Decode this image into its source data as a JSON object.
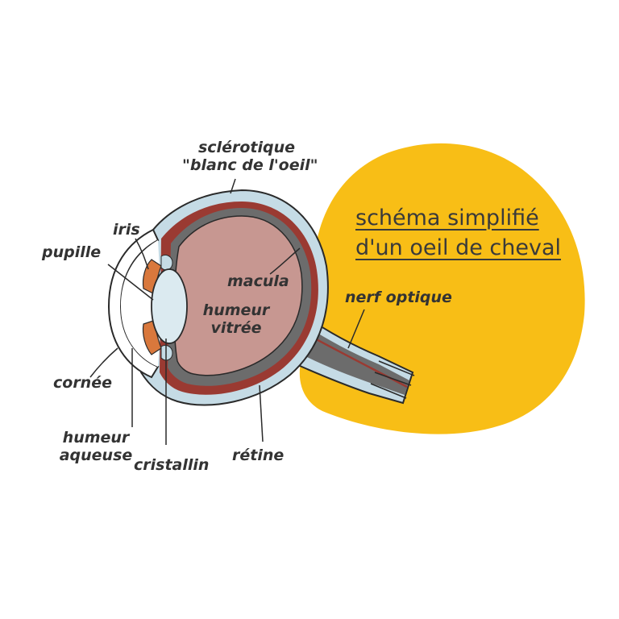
{
  "title": {
    "line1": "schéma simplifié",
    "line2": "d'un oeil de cheval"
  },
  "labels": {
    "sclerotique_1": "sclérotique",
    "sclerotique_2": "\"blanc de l'oeil\"",
    "iris": "iris",
    "pupille": "pupille",
    "macula": "macula",
    "humeur_vitree_1": "humeur",
    "humeur_vitree_2": "vitrée",
    "nerf_optique": "nerf optique",
    "cornee": "cornée",
    "humeur_aqueuse_1": "humeur",
    "humeur_aqueuse_2": "aqueuse",
    "cristallin": "cristallin",
    "retine": "rétine"
  },
  "colors": {
    "blob": "#f8be16",
    "sclera": "#c5dbe5",
    "choroid": "#9a3a32",
    "vitreous": "#c79791",
    "retina": "#6c6c6c",
    "lens": "#dbeaf0",
    "iris": "#d9783c",
    "outline": "#2a2a2a"
  }
}
